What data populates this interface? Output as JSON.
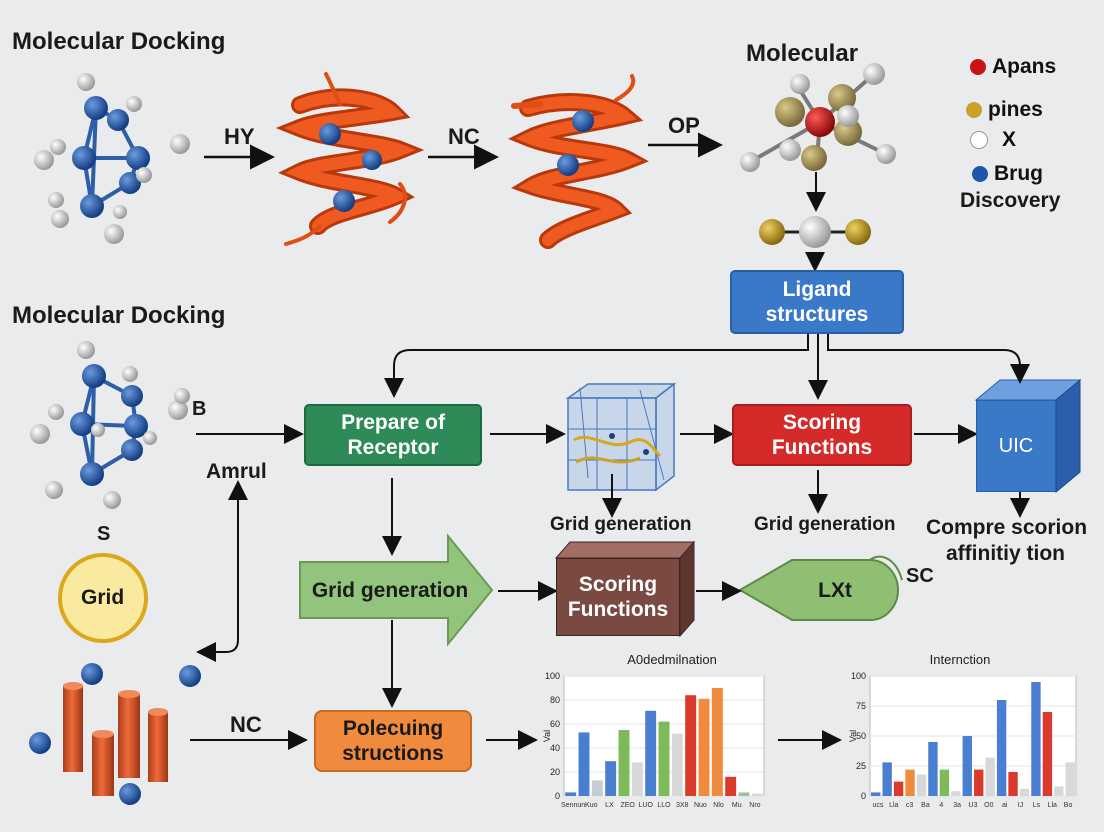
{
  "titles": {
    "top": "Molecular Docking",
    "middle": "Molecular Docking"
  },
  "top_flow": {
    "arrow1": "HY",
    "arrow2": "NC",
    "arrow3": "OP",
    "molecule_title": "Molecular"
  },
  "legend": [
    {
      "label": "Apans",
      "color": "#c81414"
    },
    {
      "label": "pines",
      "color": "#c9a227"
    },
    {
      "label": "X",
      "color": "#ffffff"
    },
    {
      "label": "Brug",
      "color": "#1f56a8"
    }
  ],
  "legend_extra": "Discovery",
  "labels": {
    "b": "B",
    "amrul": "Amrul",
    "s": "S",
    "grid_circle": "Grid",
    "nc_bottom": "NC",
    "sc": "SC",
    "grid_gen_1": "Grid generation",
    "grid_gen_2": "Grid generation",
    "uic_caption_1": "Compre scorion",
    "uic_caption_2": "affinitiy tion"
  },
  "boxes": {
    "ligand": [
      "Ligand",
      "structures"
    ],
    "prepare": [
      "Prepare of",
      "Receptor"
    ],
    "scoring": [
      "Scoring",
      "Functions"
    ],
    "uic": "UIC",
    "grid_arrow": "Grid generation",
    "scoring_cube": [
      "Scoring",
      "Functions"
    ],
    "lxt": "LXt",
    "polecuing": [
      "Polecuing",
      "structions"
    ]
  },
  "colors": {
    "blue": "#3a78c8",
    "green": "#2e8b57",
    "red": "#d42a2a",
    "lightgreen": "#93c47d",
    "brown": "#7a4a42",
    "orange": "#f08a3c",
    "ribbon": "#e04e16"
  },
  "chart_data": [
    {
      "type": "bar",
      "title": "A0dedmilnation",
      "ylim": [
        0,
        100
      ],
      "yticks": [
        0,
        20,
        40,
        60,
        80,
        100
      ],
      "ylabel": "Val",
      "categories": [
        "Sennun",
        "Kuo",
        "LX",
        "ZEO",
        "LUO",
        "LLO",
        "3X8",
        "Nuo",
        "Nlo",
        "Mu",
        "Nro"
      ],
      "series": [
        {
          "color": "#4a7fd0",
          "values": [
            3,
            53,
            29,
            70,
            0,
            0,
            0,
            0
          ]
        },
        {
          "color": "#b0b8c4",
          "values": [
            13,
            0,
            0,
            0,
            0,
            0,
            0,
            0
          ]
        },
        {
          "color": "#7fba5a",
          "values": [
            55,
            0,
            0,
            0,
            0,
            0,
            0,
            0
          ]
        }
      ],
      "bars": [
        {
          "v": 3,
          "c": "#4a7fd0"
        },
        {
          "v": 53,
          "c": "#4a7fd0"
        },
        {
          "v": 13,
          "c": "#c7ccd4"
        },
        {
          "v": 29,
          "c": "#4a7fd0"
        },
        {
          "v": 55,
          "c": "#7fba5a"
        },
        {
          "v": 28,
          "c": "#d8d8d8"
        },
        {
          "v": 71,
          "c": "#4a7fd0"
        },
        {
          "v": 62,
          "c": "#7fba5a"
        },
        {
          "v": 52,
          "c": "#d8d8d8"
        },
        {
          "v": 84,
          "c": "#d93a2b"
        },
        {
          "v": 81,
          "c": "#f08a3c"
        },
        {
          "v": 90,
          "c": "#f08a3c"
        },
        {
          "v": 16,
          "c": "#d93a2b"
        },
        {
          "v": 3,
          "c": "#9fc0a0"
        },
        {
          "v": 2,
          "c": "#d8d8d8"
        }
      ]
    },
    {
      "type": "bar",
      "title": "Internction",
      "ylim": [
        0,
        100
      ],
      "yticks": [
        0,
        25,
        50,
        75,
        100
      ],
      "ylabel": "Val",
      "categories": [
        "ucs",
        "Lla",
        "c3",
        "Ba",
        "4",
        "3a",
        "U3",
        "O0",
        "ai",
        "IJ",
        "Ls",
        "Lla",
        "Bo"
      ],
      "bars": [
        {
          "v": 3,
          "c": "#4a7fd0"
        },
        {
          "v": 28,
          "c": "#4a7fd0"
        },
        {
          "v": 12,
          "c": "#d93a2b"
        },
        {
          "v": 22,
          "c": "#f08a3c"
        },
        {
          "v": 18,
          "c": "#d8d8d8"
        },
        {
          "v": 45,
          "c": "#4a7fd0"
        },
        {
          "v": 22,
          "c": "#7fba5a"
        },
        {
          "v": 4,
          "c": "#d8d8d8"
        },
        {
          "v": 50,
          "c": "#4a7fd0"
        },
        {
          "v": 22,
          "c": "#d93a2b"
        },
        {
          "v": 32,
          "c": "#d8d8d8"
        },
        {
          "v": 80,
          "c": "#4a7fd0"
        },
        {
          "v": 20,
          "c": "#d93a2b"
        },
        {
          "v": 6,
          "c": "#d8d8d8"
        },
        {
          "v": 95,
          "c": "#4a7fd0"
        },
        {
          "v": 70,
          "c": "#d93a2b"
        },
        {
          "v": 8,
          "c": "#d8d8d8"
        },
        {
          "v": 28,
          "c": "#d8d8d8"
        }
      ]
    }
  ]
}
